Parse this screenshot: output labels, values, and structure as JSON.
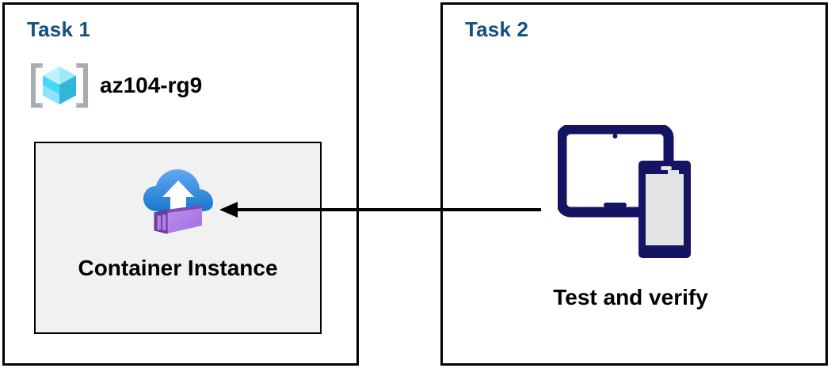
{
  "diagram": {
    "type": "architecture-task-diagram",
    "background_color": "#ffffff",
    "panels": [
      {
        "id": "task1",
        "title": "Task 1",
        "title_color": "#13507E",
        "border_color": "#000000",
        "resource_group": {
          "icon": "azure-resource-group-icon",
          "label": "az104-rg9",
          "icon_colors": {
            "bracket": "#A0A4A8",
            "cube_top": "#9FEFFF",
            "cube_left": "#32D0F5",
            "cube_right": "#31B4D6"
          }
        },
        "resource_box": {
          "label": "Container Instance",
          "icon": "azure-container-instance-icon",
          "fill_color": "#f1f1f1",
          "border_color": "#000000",
          "icon_colors": {
            "cloud_top": "#5AA0EF",
            "cloud_bottom": "#1A7FD4",
            "arrow": "#ffffff",
            "box_dark": "#6B3FA0",
            "box_light": "#B07FE8"
          }
        }
      },
      {
        "id": "task2",
        "title": "Task 2",
        "title_color": "#13507E",
        "border_color": "#000000",
        "devices": {
          "icon": "tablet-and-phone-devices-icon",
          "label": "Test and verify",
          "icon_colors": {
            "outline": "#141463",
            "screen_fill": "#e4e4e6"
          }
        }
      }
    ],
    "connector": {
      "id": "arrow-task2-to-task1",
      "direction": "right-to-left",
      "color": "#000000",
      "from": "Test and verify",
      "to": "Container Instance"
    }
  }
}
